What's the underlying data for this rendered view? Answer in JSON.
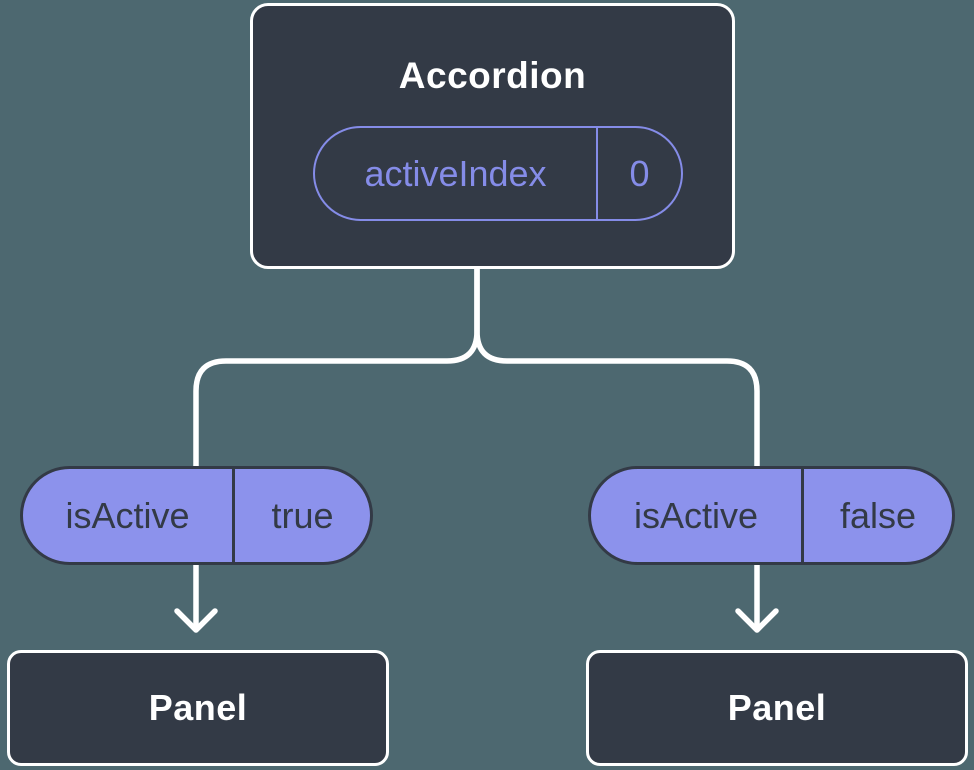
{
  "tree": {
    "root": {
      "label": "Accordion",
      "state": {
        "name": "activeIndex",
        "value": "0"
      }
    },
    "edges": [
      {
        "prop": {
          "name": "isActive",
          "value": "true"
        }
      },
      {
        "prop": {
          "name": "isActive",
          "value": "false"
        }
      }
    ],
    "children": [
      {
        "label": "Panel"
      },
      {
        "label": "Panel"
      }
    ]
  },
  "colors": {
    "background": "#4D6870",
    "node_fill": "#333A46",
    "node_border": "#FFFFFF",
    "pill_fill": "#8C92EC",
    "pill_text_dark": "#333A46",
    "accent_purple": "#858CE8",
    "connector": "#FFFFFF",
    "title_text": "#FFFFFF"
  }
}
